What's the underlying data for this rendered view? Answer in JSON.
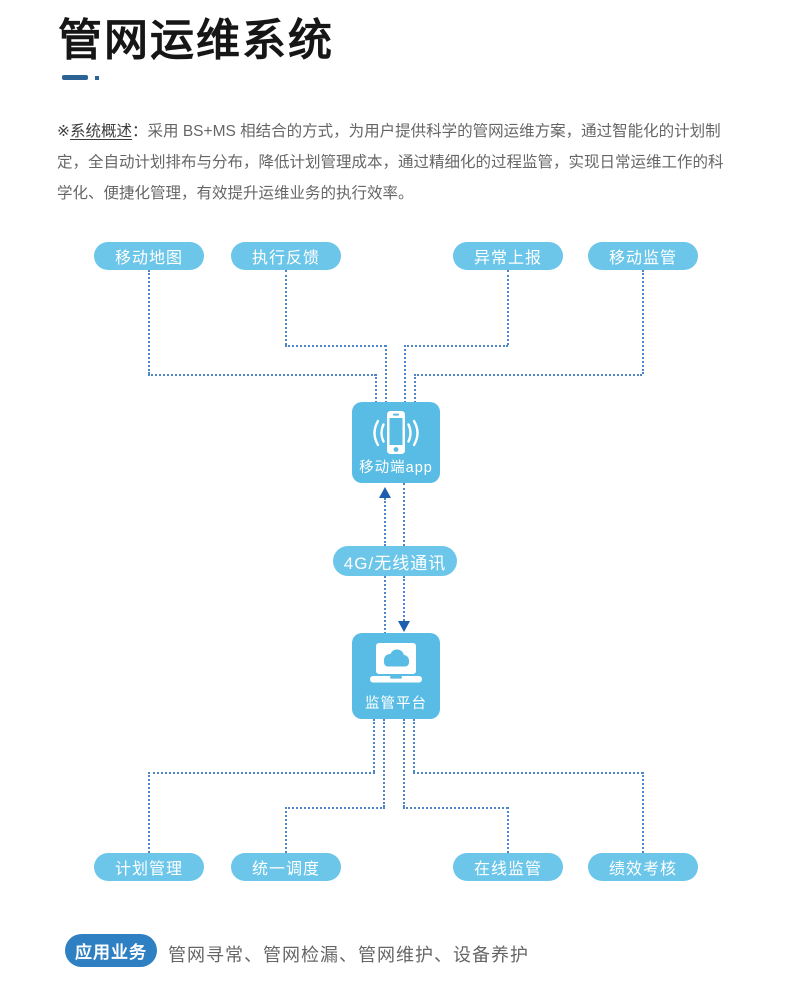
{
  "page": {
    "title": "管网运维系统"
  },
  "overview": {
    "prefix": "※",
    "label": "系统概述",
    "colon": "：",
    "body": "采用 BS+MS  相结合的方式，为用户提供科学的管网运维方案，通过智能化的计划制定，全自动计划排布与分布，降低计划管理成本，通过精细化的过程监管，实现日常运维工作的科学化、便捷化管理，有效提升运维业务的执行效率。"
  },
  "diagram": {
    "top_nodes": [
      "移动地图",
      "执行反馈",
      "异常上报",
      "移动监管"
    ],
    "mobile_app_label": "移动端app",
    "link_label": "4G/无线通讯",
    "platform_label": "监管平台",
    "bottom_nodes": [
      "计划管理",
      "统一调度",
      "在线监管",
      "绩效考核"
    ],
    "icons": {
      "mobile": "smartphone-signal-icon",
      "platform": "laptop-cloud-icon"
    }
  },
  "footer": {
    "badge": "应用业务",
    "items": "管网寻常、管网检漏、管网维护、设备养护"
  },
  "colors": {
    "node_fill": "#6cc6e9",
    "box_fill": "#59bce4",
    "dotted_line": "#4d87c8",
    "arrow": "#1d5fae",
    "badge_fill": "#2e80c3",
    "title_dash": "#2b6394",
    "body_text": "#666666"
  }
}
